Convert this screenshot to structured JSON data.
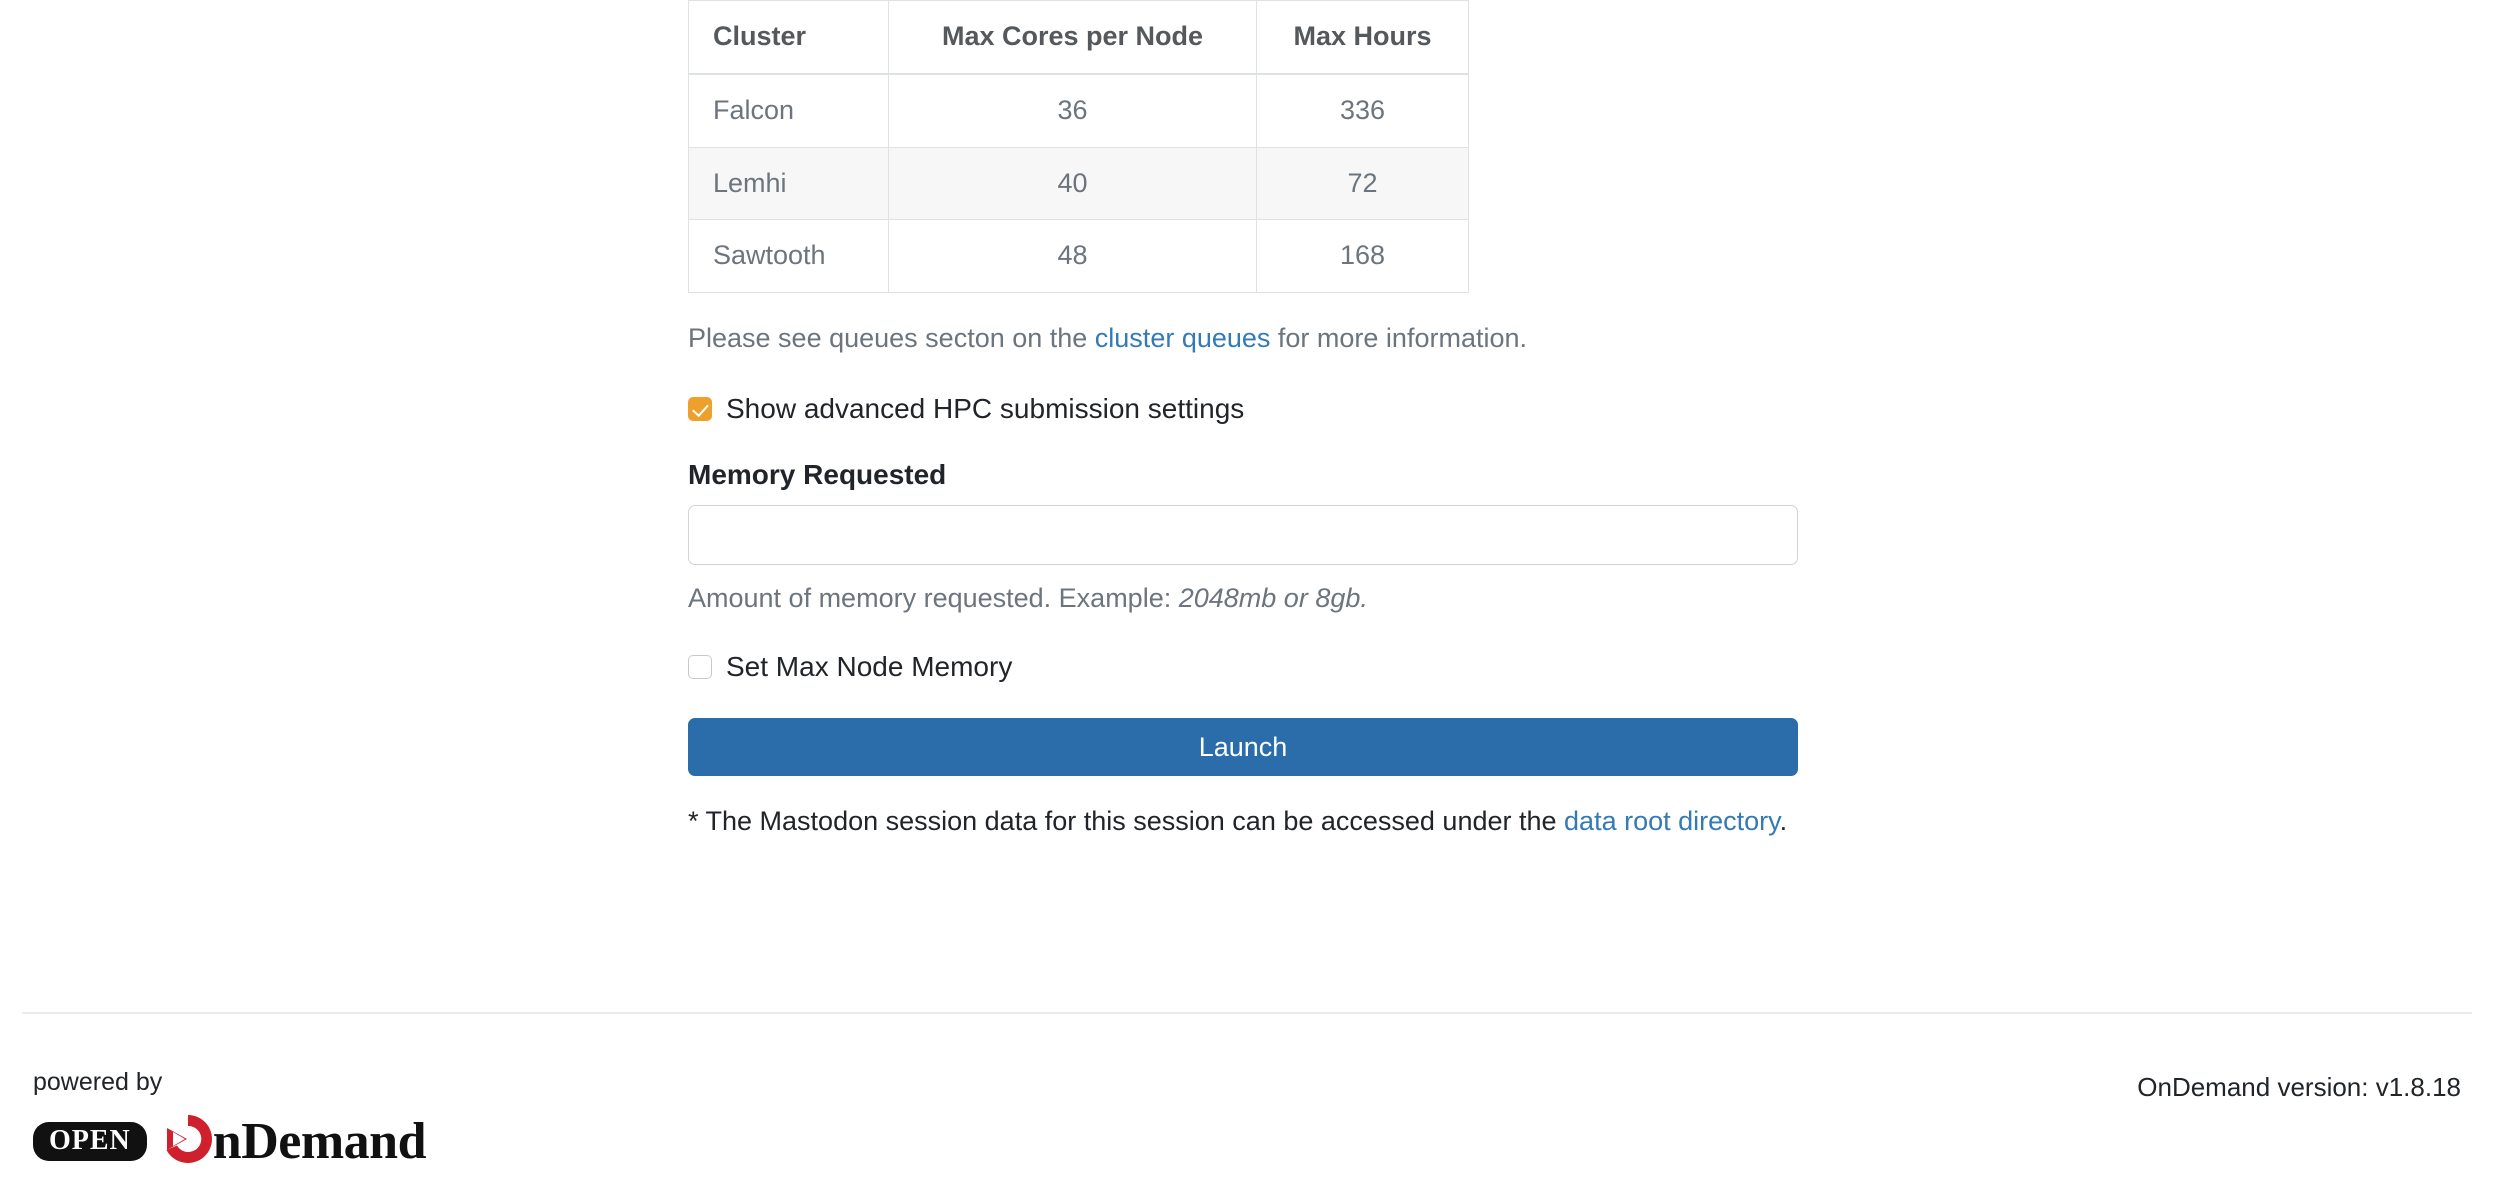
{
  "table": {
    "headers": [
      "Cluster",
      "Max Cores per Node",
      "Max Hours"
    ],
    "rows": [
      {
        "cluster": "Falcon",
        "max_cores": "36",
        "max_hours": "336"
      },
      {
        "cluster": "Lemhi",
        "max_cores": "40",
        "max_hours": "72"
      },
      {
        "cluster": "Sawtooth",
        "max_cores": "48",
        "max_hours": "168"
      }
    ]
  },
  "queues_note": {
    "before": "Please see queues secton on the ",
    "link": "cluster queues",
    "after": " for more information."
  },
  "advanced_checkbox": {
    "label": "Show advanced HPC submission settings",
    "checked": true
  },
  "memory_field": {
    "label": "Memory Requested",
    "value": "",
    "placeholder": "",
    "help_prefix": "Amount of memory requested. Example: ",
    "help_example": "2048mb or 8gb."
  },
  "max_node_memory_checkbox": {
    "label": "Set Max Node Memory",
    "checked": false
  },
  "launch_button": {
    "label": "Launch"
  },
  "footnote": {
    "before": "* The Mastodon session data for this session can be accessed under the ",
    "link": "data root directory",
    "after": "."
  },
  "footer": {
    "powered_by": "powered by",
    "logo_open": "OPEN",
    "logo_word": "nDemand",
    "version": "OnDemand version: v1.8.18"
  },
  "colors": {
    "link": "#337ab7",
    "checkbox_checked": "#eda12c",
    "launch_button": "#2b6cab",
    "logo_red": "#cf202e",
    "muted_text": "#6c757d"
  }
}
